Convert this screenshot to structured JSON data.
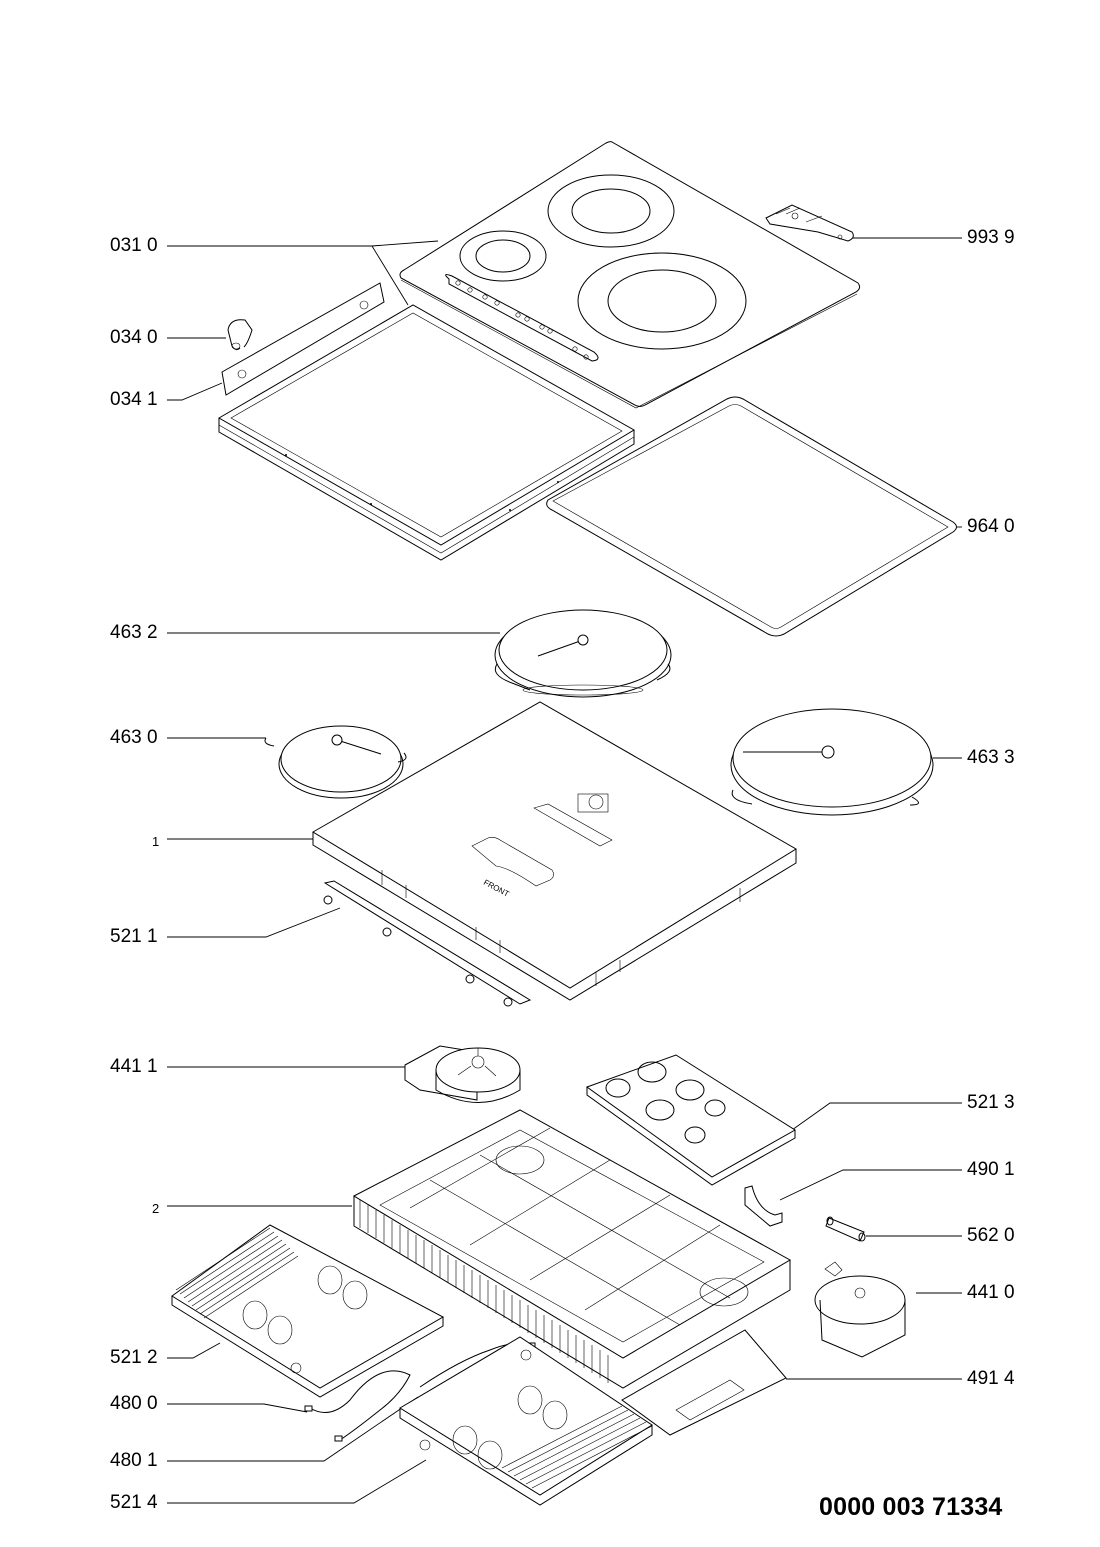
{
  "diagram": {
    "type": "exploded-parts-view",
    "subject": "induction hob",
    "document_number": "0000 003 71334",
    "embossed_text": "FRONT",
    "callouts": [
      {
        "id": "c-0310",
        "label": "031 0",
        "side": "left",
        "part": "glass ceramic top"
      },
      {
        "id": "c-0340",
        "label": "034 0",
        "side": "left",
        "part": "clip"
      },
      {
        "id": "c-0341",
        "label": "034 1",
        "side": "left",
        "part": "bracket"
      },
      {
        "id": "c-4632",
        "label": "463 2",
        "side": "left",
        "part": "induction coil large"
      },
      {
        "id": "c-4630",
        "label": "463 0",
        "side": "left",
        "part": "induction coil small"
      },
      {
        "id": "c-1",
        "label": "1",
        "side": "left",
        "part": "coil support plate"
      },
      {
        "id": "c-5211",
        "label": "521 1",
        "side": "left",
        "part": "control board"
      },
      {
        "id": "c-4411",
        "label": "441 1",
        "side": "left",
        "part": "fan"
      },
      {
        "id": "c-2",
        "label": "2",
        "side": "left",
        "part": "bottom housing"
      },
      {
        "id": "c-5212",
        "label": "521 2",
        "side": "left",
        "part": "power board"
      },
      {
        "id": "c-4800",
        "label": "480 0",
        "side": "left",
        "part": "cable"
      },
      {
        "id": "c-4801",
        "label": "480 1",
        "side": "left",
        "part": "cable"
      },
      {
        "id": "c-5214",
        "label": "521 4",
        "side": "left",
        "part": "power board"
      },
      {
        "id": "c-9939",
        "label": "993 9",
        "side": "right",
        "part": "scraper"
      },
      {
        "id": "c-9640",
        "label": "964 0",
        "side": "right",
        "part": "seal"
      },
      {
        "id": "c-4633",
        "label": "463 3",
        "side": "right",
        "part": "induction coil extra large"
      },
      {
        "id": "c-5213",
        "label": "521 3",
        "side": "right",
        "part": "filter board"
      },
      {
        "id": "c-4901",
        "label": "490 1",
        "side": "right",
        "part": "holder"
      },
      {
        "id": "c-5620",
        "label": "562 0",
        "side": "right",
        "part": "fuse"
      },
      {
        "id": "c-4410",
        "label": "441 0",
        "side": "right",
        "part": "fan"
      },
      {
        "id": "c-4914",
        "label": "491 4",
        "side": "right",
        "part": "insulation sheet"
      }
    ]
  }
}
